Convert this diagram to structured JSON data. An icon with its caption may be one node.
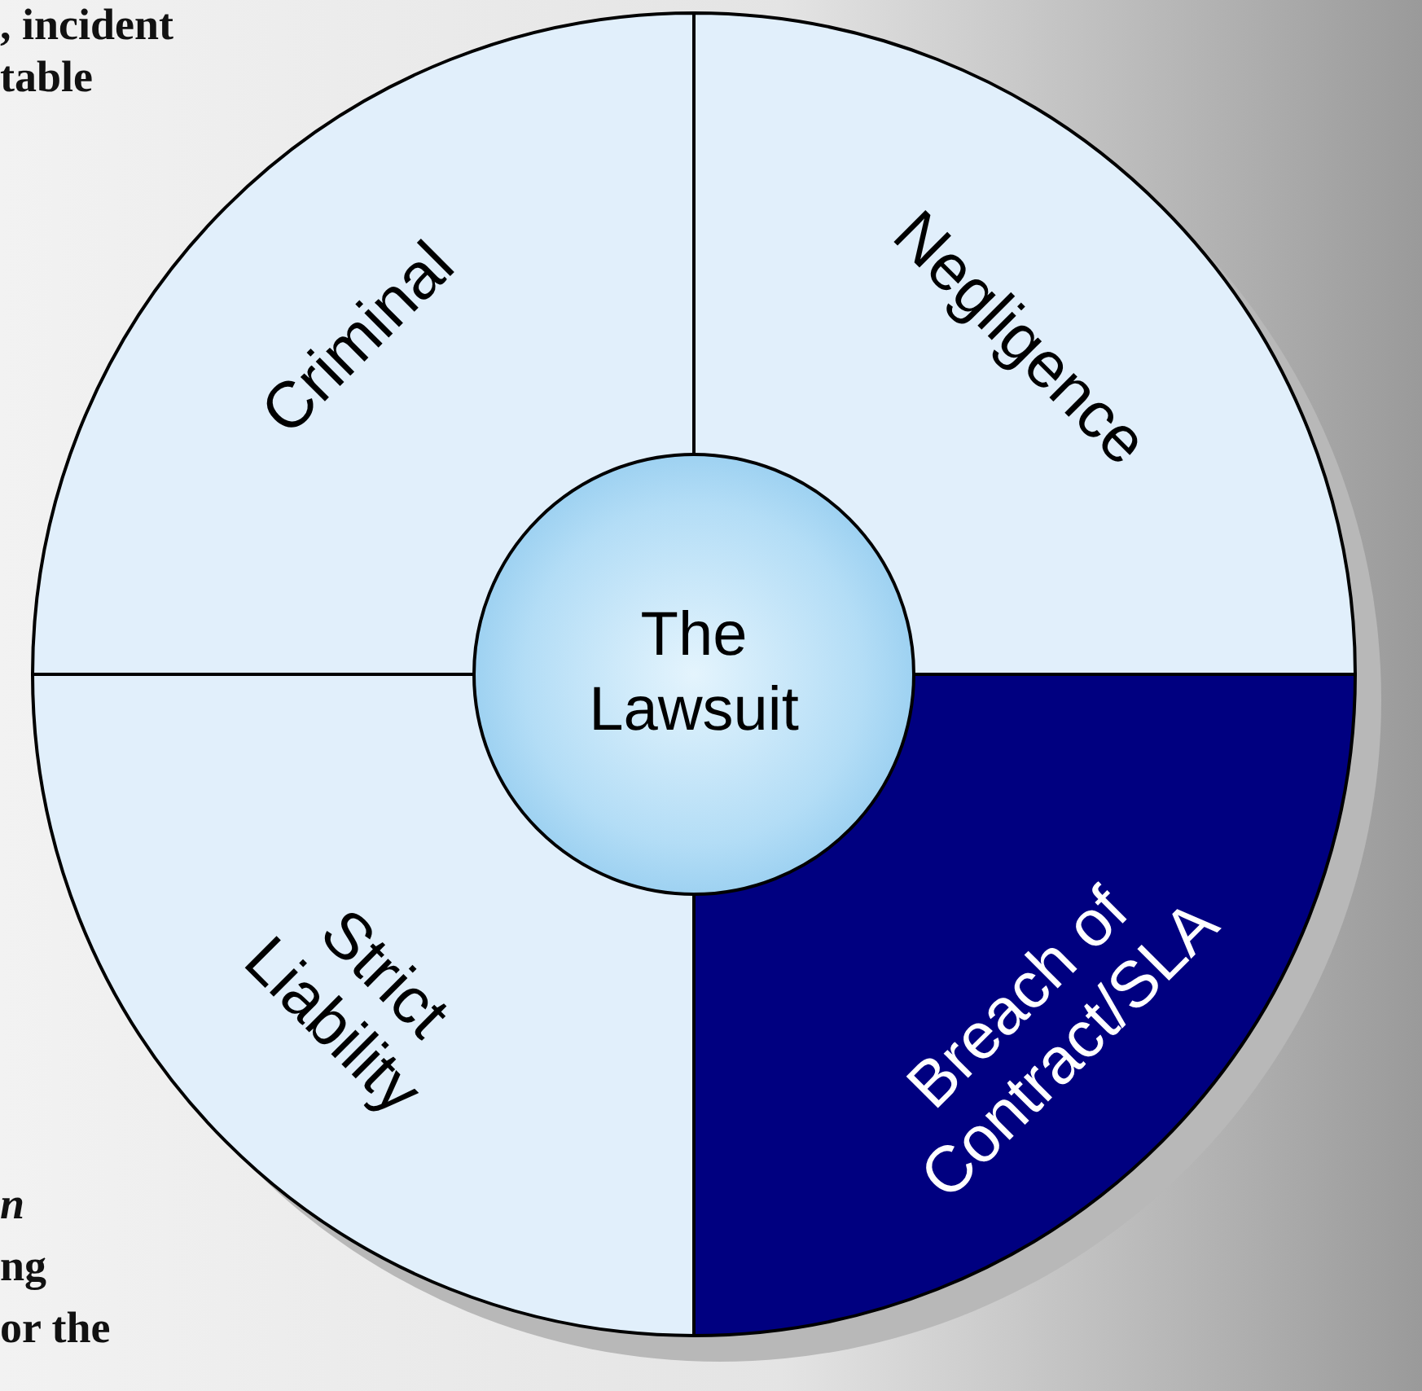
{
  "diagram": {
    "nodes": [
      {
        "text": [
          "Criminal"
        ]
      },
      {
        "text": [
          "Negligence"
        ]
      },
      {
        "text": [
          "The Lawsuit"
        ]
      },
      {
        "text": [
          "Strict Liability"
        ]
      },
      {
        "text": [
          "Breach of Contract/SLA"
        ]
      }
    ],
    "labels": [
      ", incident",
      "table",
      "n",
      "ng",
      "or the"
    ]
  }
}
